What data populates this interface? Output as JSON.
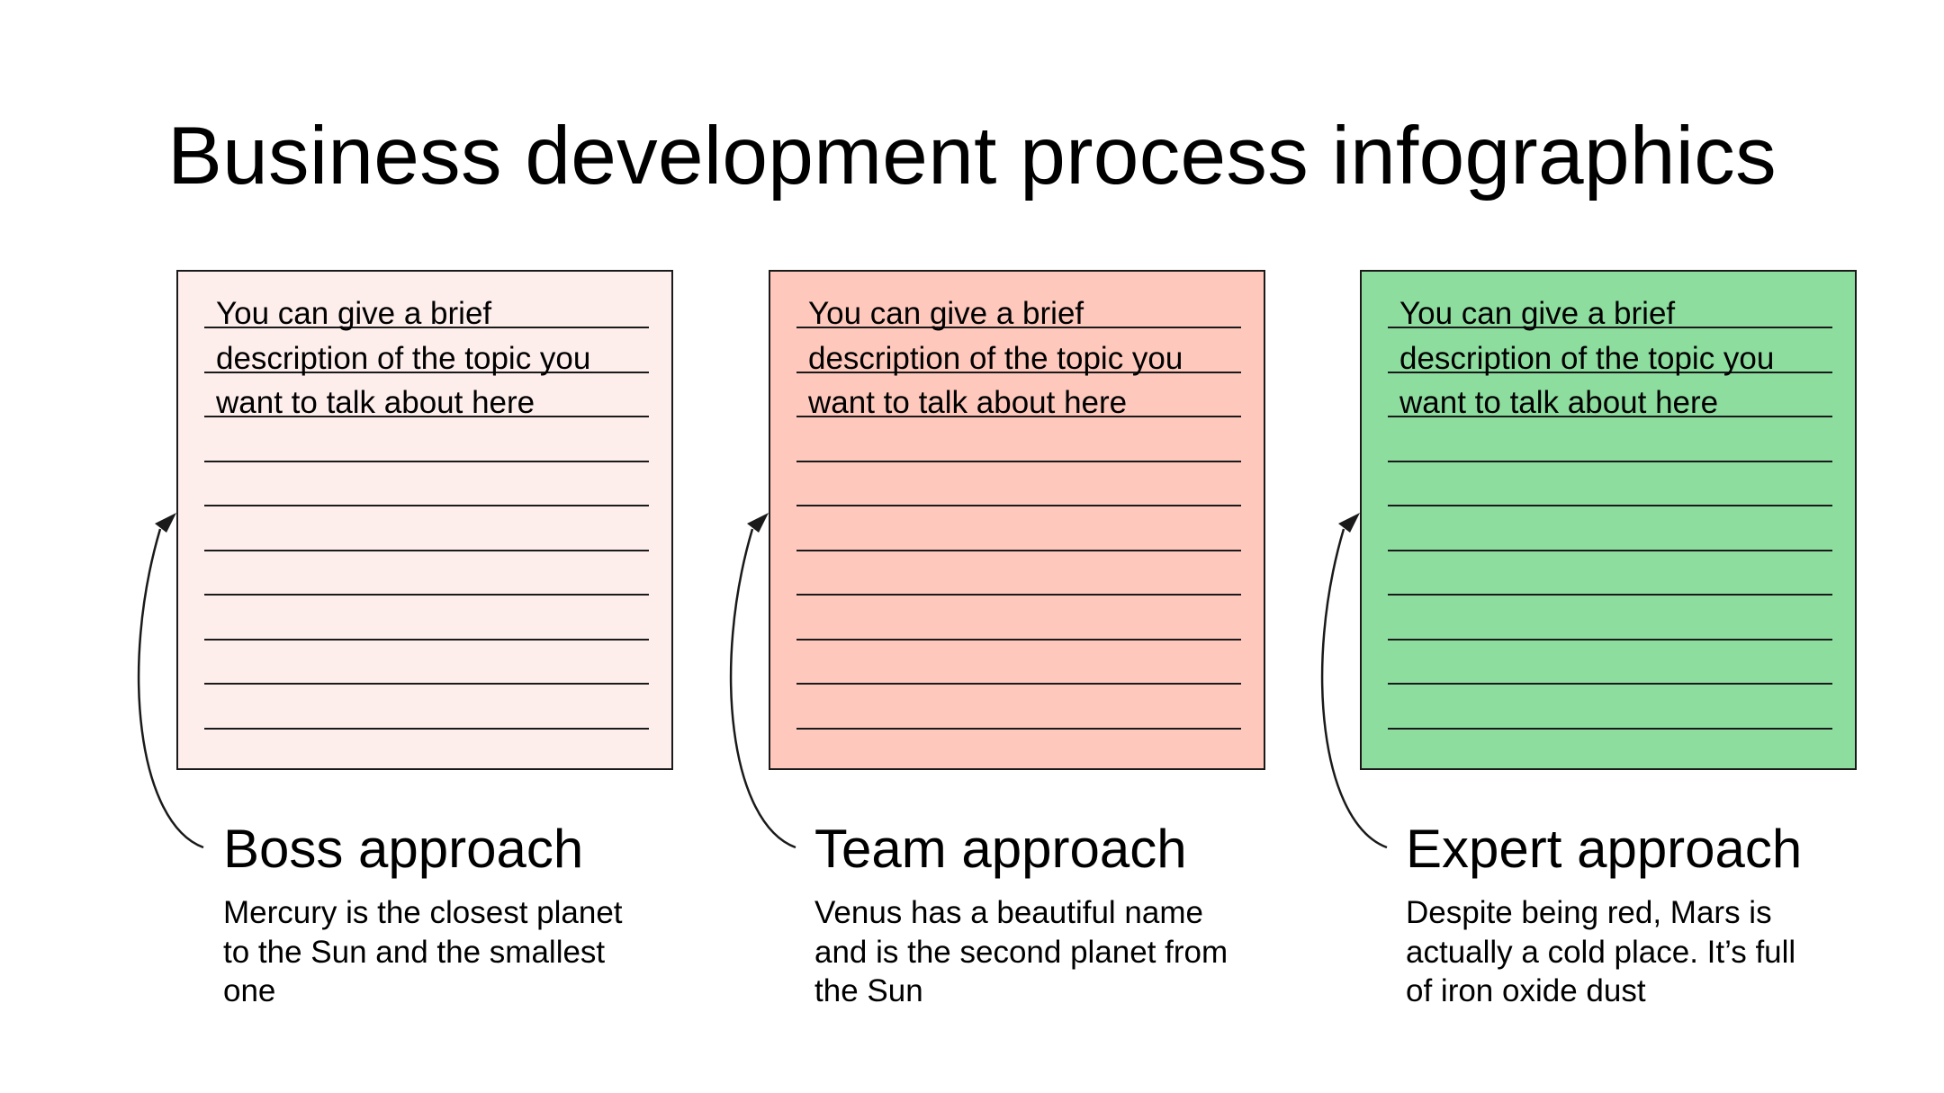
{
  "title": "Business development process infographics",
  "colors": {
    "card_1": "#fdeeec",
    "card_2": "#fec8bc",
    "card_3": "#8ddd9f",
    "line": "#1a1a1a",
    "text": "#000000"
  },
  "steps": [
    {
      "card_text": "You can give a brief description of the topic you want to talk about here",
      "heading": "Boss approach",
      "description": "Mercury is the closest planet to the Sun and the smallest one"
    },
    {
      "card_text": "You can give a brief description of the topic you want to talk about here",
      "heading": "Team approach",
      "description": "Venus has a beautiful name and is the second planet from the Sun"
    },
    {
      "card_text": "You can give a brief description of the topic you want to talk about here",
      "heading": "Expert approach",
      "description": "Despite being red, Mars is actually a cold place. It’s full of iron oxide dust"
    }
  ],
  "icons": {
    "connector": "curved-arrow-icon"
  }
}
